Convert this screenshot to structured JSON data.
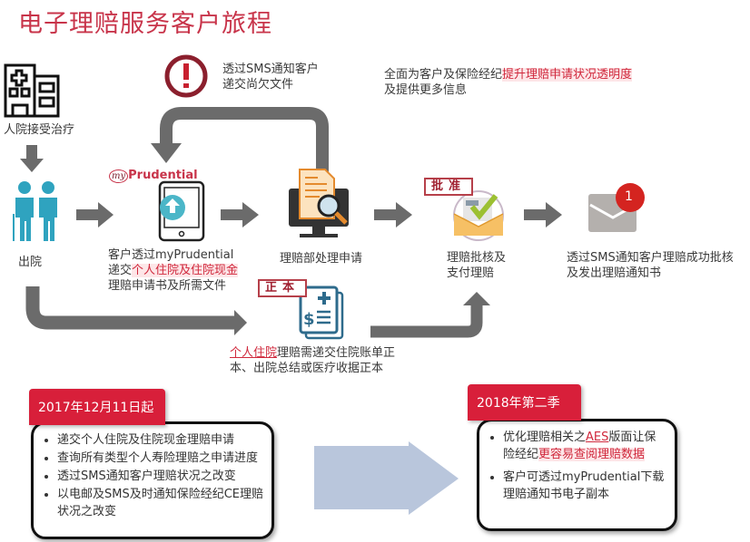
{
  "title": "电子理赔服务客户旅程",
  "top_note": {
    "prefix": "全面为客户及保险经纪",
    "highlight": "提升理赔申请状况透明度",
    "line2": "及提供更多信息"
  },
  "sms_missing": {
    "line1": "透过SMS通知客户",
    "line2": "递交尚欠文件"
  },
  "steps": {
    "hospital": "人院接受治疗",
    "discharge": "出院",
    "submit": {
      "line1": "客户透过myPrudential",
      "line2_prefix": "递交",
      "line2_highlight": "个人住院及住院现金",
      "line3": "理赔申请书及所需文件"
    },
    "process": "理赔部处理申请",
    "approve": {
      "line1": "理赔批核及",
      "line2": "支付理赔",
      "stamp": "批准"
    },
    "notify": {
      "line1": "透过SMS通知客户理赔成功批核",
      "line2": "及发出理赔通知书",
      "badge": "1"
    }
  },
  "logo": {
    "my": "my",
    "name": "Prudential"
  },
  "original_docs": {
    "stamp": "正本",
    "highlight": "个人住院",
    "line1_rest": "理赔需递交住院账单正",
    "line2": "本、出院总结或医疗收据正本"
  },
  "phase1": {
    "tag": "2017年12月11日起",
    "items": [
      "递交个人住院及住院现金理赔申请",
      "查询所有类型个人寿险理赔之申请进度",
      "透过SMS通知客户理赔状况之改变",
      "以电邮及SMS及时通知保险经纪CE理赔状况之改变"
    ]
  },
  "phase2": {
    "tag": "2018年第二季",
    "item1": {
      "prefix": "优化理赔相关之",
      "aes": "AES",
      "mid": "版面让保险经纪",
      "highlight": "更容易查阅理赔数据"
    },
    "item2": "客户可透过myPrudential下载理赔通知书电子副本"
  },
  "colors": {
    "red": "#d0283c",
    "arrow": "#6b6b6b",
    "teal": "#2fa3bf",
    "big_arrow": "#b9c6dc"
  }
}
